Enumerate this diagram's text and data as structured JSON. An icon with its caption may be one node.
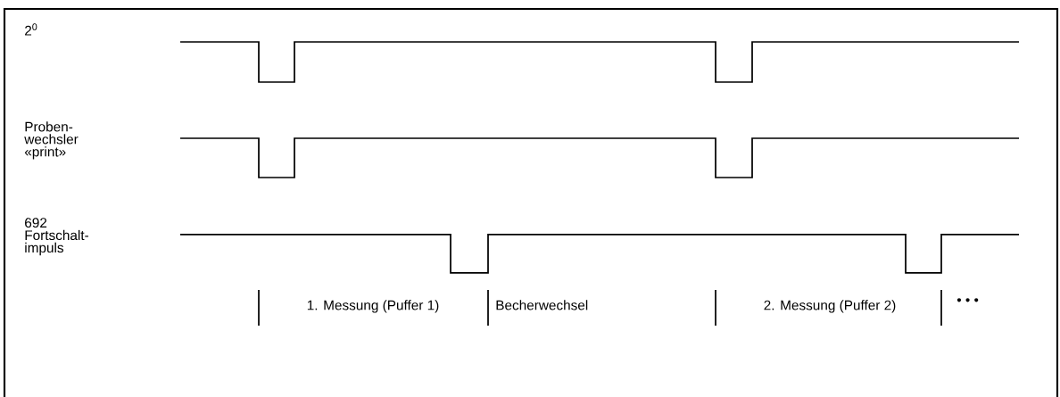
{
  "diagram": {
    "labels": [
      "2$^{0}$",
      "Proben- wechsler «print»",
      "692 Fortschalt- impuls",
      "1. Messung (Puffer 1)",
      "Becherwechsel",
      "2. Messung (Puffer 2)",
      "• • •"
    ]
  }
}
